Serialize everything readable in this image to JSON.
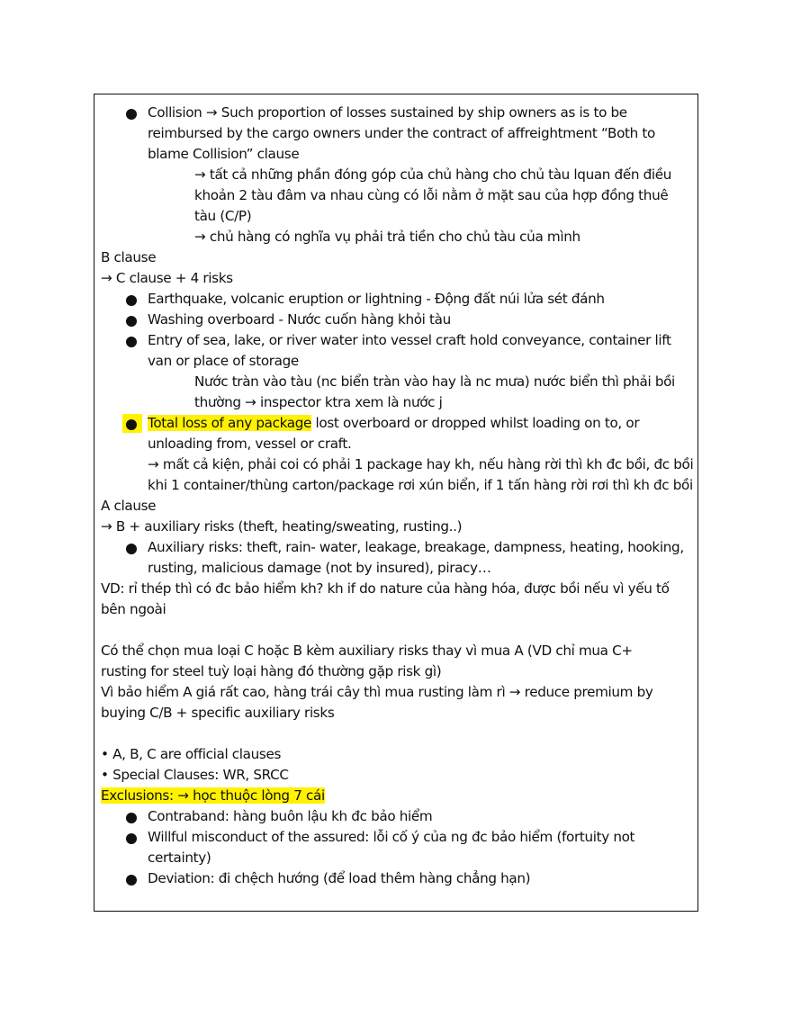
{
  "document": {
    "collision_item": {
      "lines": [
        "Collision → Such proportion of losses sustained by ship owners as is to be reimbursed by the cargo owners under the contract of affreightment “Both to blame Collision” clause"
      ],
      "note1": "→ tất cả những phần đóng góp của chủ hàng cho chủ tàu lquan đến điều khoản 2 tàu đâm va nhau cùng có lỗi nằm ở mặt sau của hợp đồng thuê tàu (C/P)",
      "note2": "→ chủ hàng có nghĩa vụ phải trả tiền cho chủ tàu của mình"
    },
    "b_clause": {
      "heading": "B clause",
      "summary": "→ C clause + 4 risks",
      "items": [
        {
          "text": "Earthquake, volcanic eruption or lightning - Động đất núi lửa sét đánh"
        },
        {
          "text": "Washing overboard - Nước cuốn hàng khỏi tàu"
        },
        {
          "text": "Entry of sea, lake, or river water into vessel craft hold conveyance, container lift van or place of storage",
          "note": "Nước tràn vào tàu (nc biển tràn vào hay là nc mưa) nước biển thì phải bồi thường → inspector ktra xem là nước j"
        },
        {
          "highlight": "Total loss of any package",
          "text": " lost overboard or dropped whilst loading on to, or unloading from, vessel or craft.",
          "note": "→ mất cả kiện, phải coi có phải 1 package hay kh, nếu hàng rời thì kh đc bồi, đc bồi khi 1 container/thùng carton/package rơi xún biển, if 1 tấn hàng rời rơi thì kh đc bồi"
        }
      ]
    },
    "a_clause": {
      "heading": "A clause",
      "summary": "→ B + auxiliary risks (theft, heating/sweating, rusting..)",
      "items": [
        {
          "text": "Auxiliary risks: theft, rain- water, leakage, breakage, dampness, heating, hooking, rusting, malicious damage (not by insured), piracy…"
        }
      ],
      "example": "VD: rỉ thép thì có đc bảo hiểm kh? kh if do nature của hàng hóa, được bồi nếu vì yếu tố bên ngoài"
    },
    "option_paragraph": {
      "line1": "Có thể chọn mua loại C hoặc B kèm auxiliary risks thay vì mua A (VD chỉ mua C+ rusting for steel tuỳ loại hàng đó thường gặp risk gì)",
      "line2": "Vì bảo hiểm A giá rất cao, hàng trái cây thì mua rusting làm rì → reduce premium by buying C/B + specific auxiliary risks"
    },
    "clauses_summary": [
      "• A, B, C are official clauses",
      "• Special Clauses: WR, SRCC"
    ],
    "exclusions": {
      "heading": "Exclusions: → học thuộc lòng 7 cái",
      "items": [
        {
          "text": "Contraband: hàng buôn lậu kh đc bảo hiểm"
        },
        {
          "text": "Willful misconduct of the assured: lỗi cố ý của ng đc bảo hiểm (fortuity not certainty)"
        },
        {
          "text": "Deviation: đi chệch hướng (để load thêm hàng chẳng hạn)"
        }
      ]
    },
    "colors": {
      "highlight": "#fff200",
      "text": "#111111",
      "border": "#111111"
    }
  }
}
